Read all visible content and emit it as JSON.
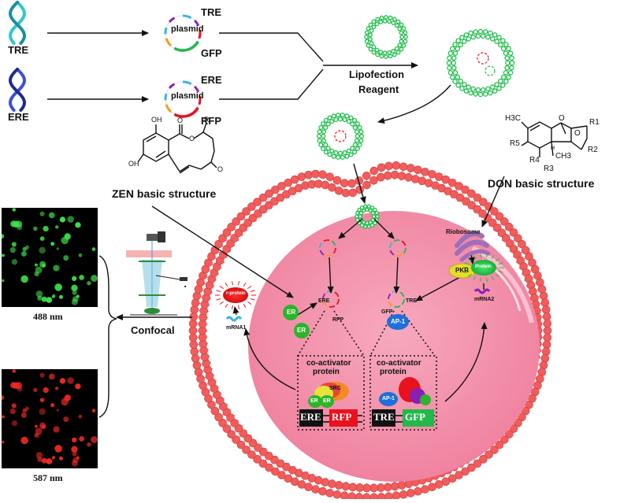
{
  "labels": {
    "tre": "TRE",
    "ere": "ERE",
    "plasmid": "plasmid",
    "gfp": "GFP",
    "rfp": "RFP",
    "lipofection_line1": "Lipofection",
    "lipofection_line2": "Reagent",
    "zen": "ZEN basic structure",
    "don": "DON basic structure",
    "confocal": "Confocal",
    "nm488": "488 nm",
    "nm587": "587 nm",
    "riobosome": "Riobosome",
    "pkr": "PKR",
    "ap1": "AP-1",
    "er": "ER",
    "src": "SRC",
    "mrna1": "mRNA1",
    "mrna2": "mRNA2",
    "rprotein": "r-protein",
    "gprotein": "Protein",
    "coactivator_line1": "co-activator",
    "coactivator_line2": "protein"
  },
  "chem_zen": {
    "oh": "OH",
    "o": "O",
    "r": "R"
  },
  "chem_don": {
    "h3c": "H3C",
    "o": "O",
    "r1": "R1",
    "r2": "R2",
    "r3": "R3",
    "r4": "R4",
    "r5": "R5",
    "h": "H",
    "ch3": "CH3"
  },
  "colors": {
    "membrane": "#f25c5c",
    "cell": "#f48fa8",
    "liposome": "#1fbf4a",
    "rfp": "#e8121f",
    "gfp": "#22b84a",
    "er": "#2bb52b",
    "ap1": "#1e6fd9",
    "pkr": "#e6dc2a"
  }
}
